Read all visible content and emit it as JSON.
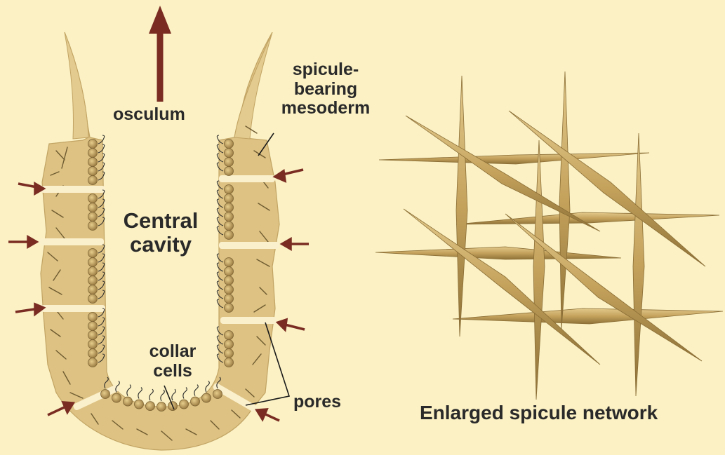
{
  "labels": {
    "osculum": "osculum",
    "spicule_bearing_line1": "spicule-",
    "spicule_bearing_line2": "bearing",
    "spicule_bearing_line3": "mesoderm",
    "central_line1": "Central",
    "central_line2": "cavity",
    "collar_line1": "collar",
    "collar_line2": "cells",
    "pores": "pores",
    "network_caption": "Enlarged spicule network"
  },
  "colors": {
    "background": "#fbf1c4",
    "body_wall": "#ddc283",
    "body_wall_dark": "#b8975a",
    "collar_cell": "#b89859",
    "spicule": "#c4a25c",
    "arrow": "#7a2c22",
    "pore": "#fbf0cc",
    "text": "#2a2a2a"
  }
}
